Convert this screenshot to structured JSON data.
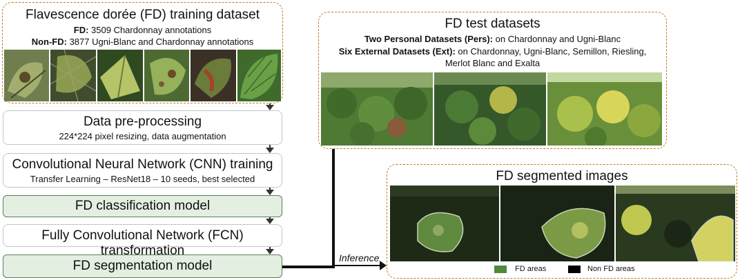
{
  "training": {
    "title": "Flavescence dorée (FD) training dataset",
    "fd_label": "FD:",
    "fd_text": " 3509 Chardonnay annotations",
    "nonfd_label": "Non-FD:",
    "nonfd_text": " 3877 Ugni-Blanc and Chardonnay annotations"
  },
  "preprocessing": {
    "title": "Data pre-processing",
    "subtitle": "224*224 pixel resizing, data augmentation"
  },
  "cnn": {
    "title": "Convolutional Neural Network (CNN) training",
    "subtitle": "Transfer Learning – ResNet18 – 10 seeds, best selected"
  },
  "classification": {
    "title": "FD classification model"
  },
  "fcn": {
    "title": "Fully Convolutional Network (FCN) transformation"
  },
  "segmentation_model": {
    "title": "FD segmentation model"
  },
  "test": {
    "title": "FD test datasets",
    "pers_label": "Two Personal Datasets (Pers):",
    "pers_text": " on Chardonnay and Ugni-Blanc",
    "ext_label": "Six External Datasets (Ext):",
    "ext_text": " on Chardonnay, Ugni-Blanc, Semillon, Riesling,",
    "ext_text2": "Merlot Blanc and Exalta"
  },
  "segmented": {
    "title": "FD segmented images",
    "legend_fd": "FD areas",
    "legend_nonfd": "Non FD areas"
  },
  "inference_label": "Inference",
  "colors": {
    "orange_border": "#c07a1e",
    "green_fill": "#e3efe1",
    "leaf_green": "#4f8a3a",
    "dark": "#111111"
  }
}
